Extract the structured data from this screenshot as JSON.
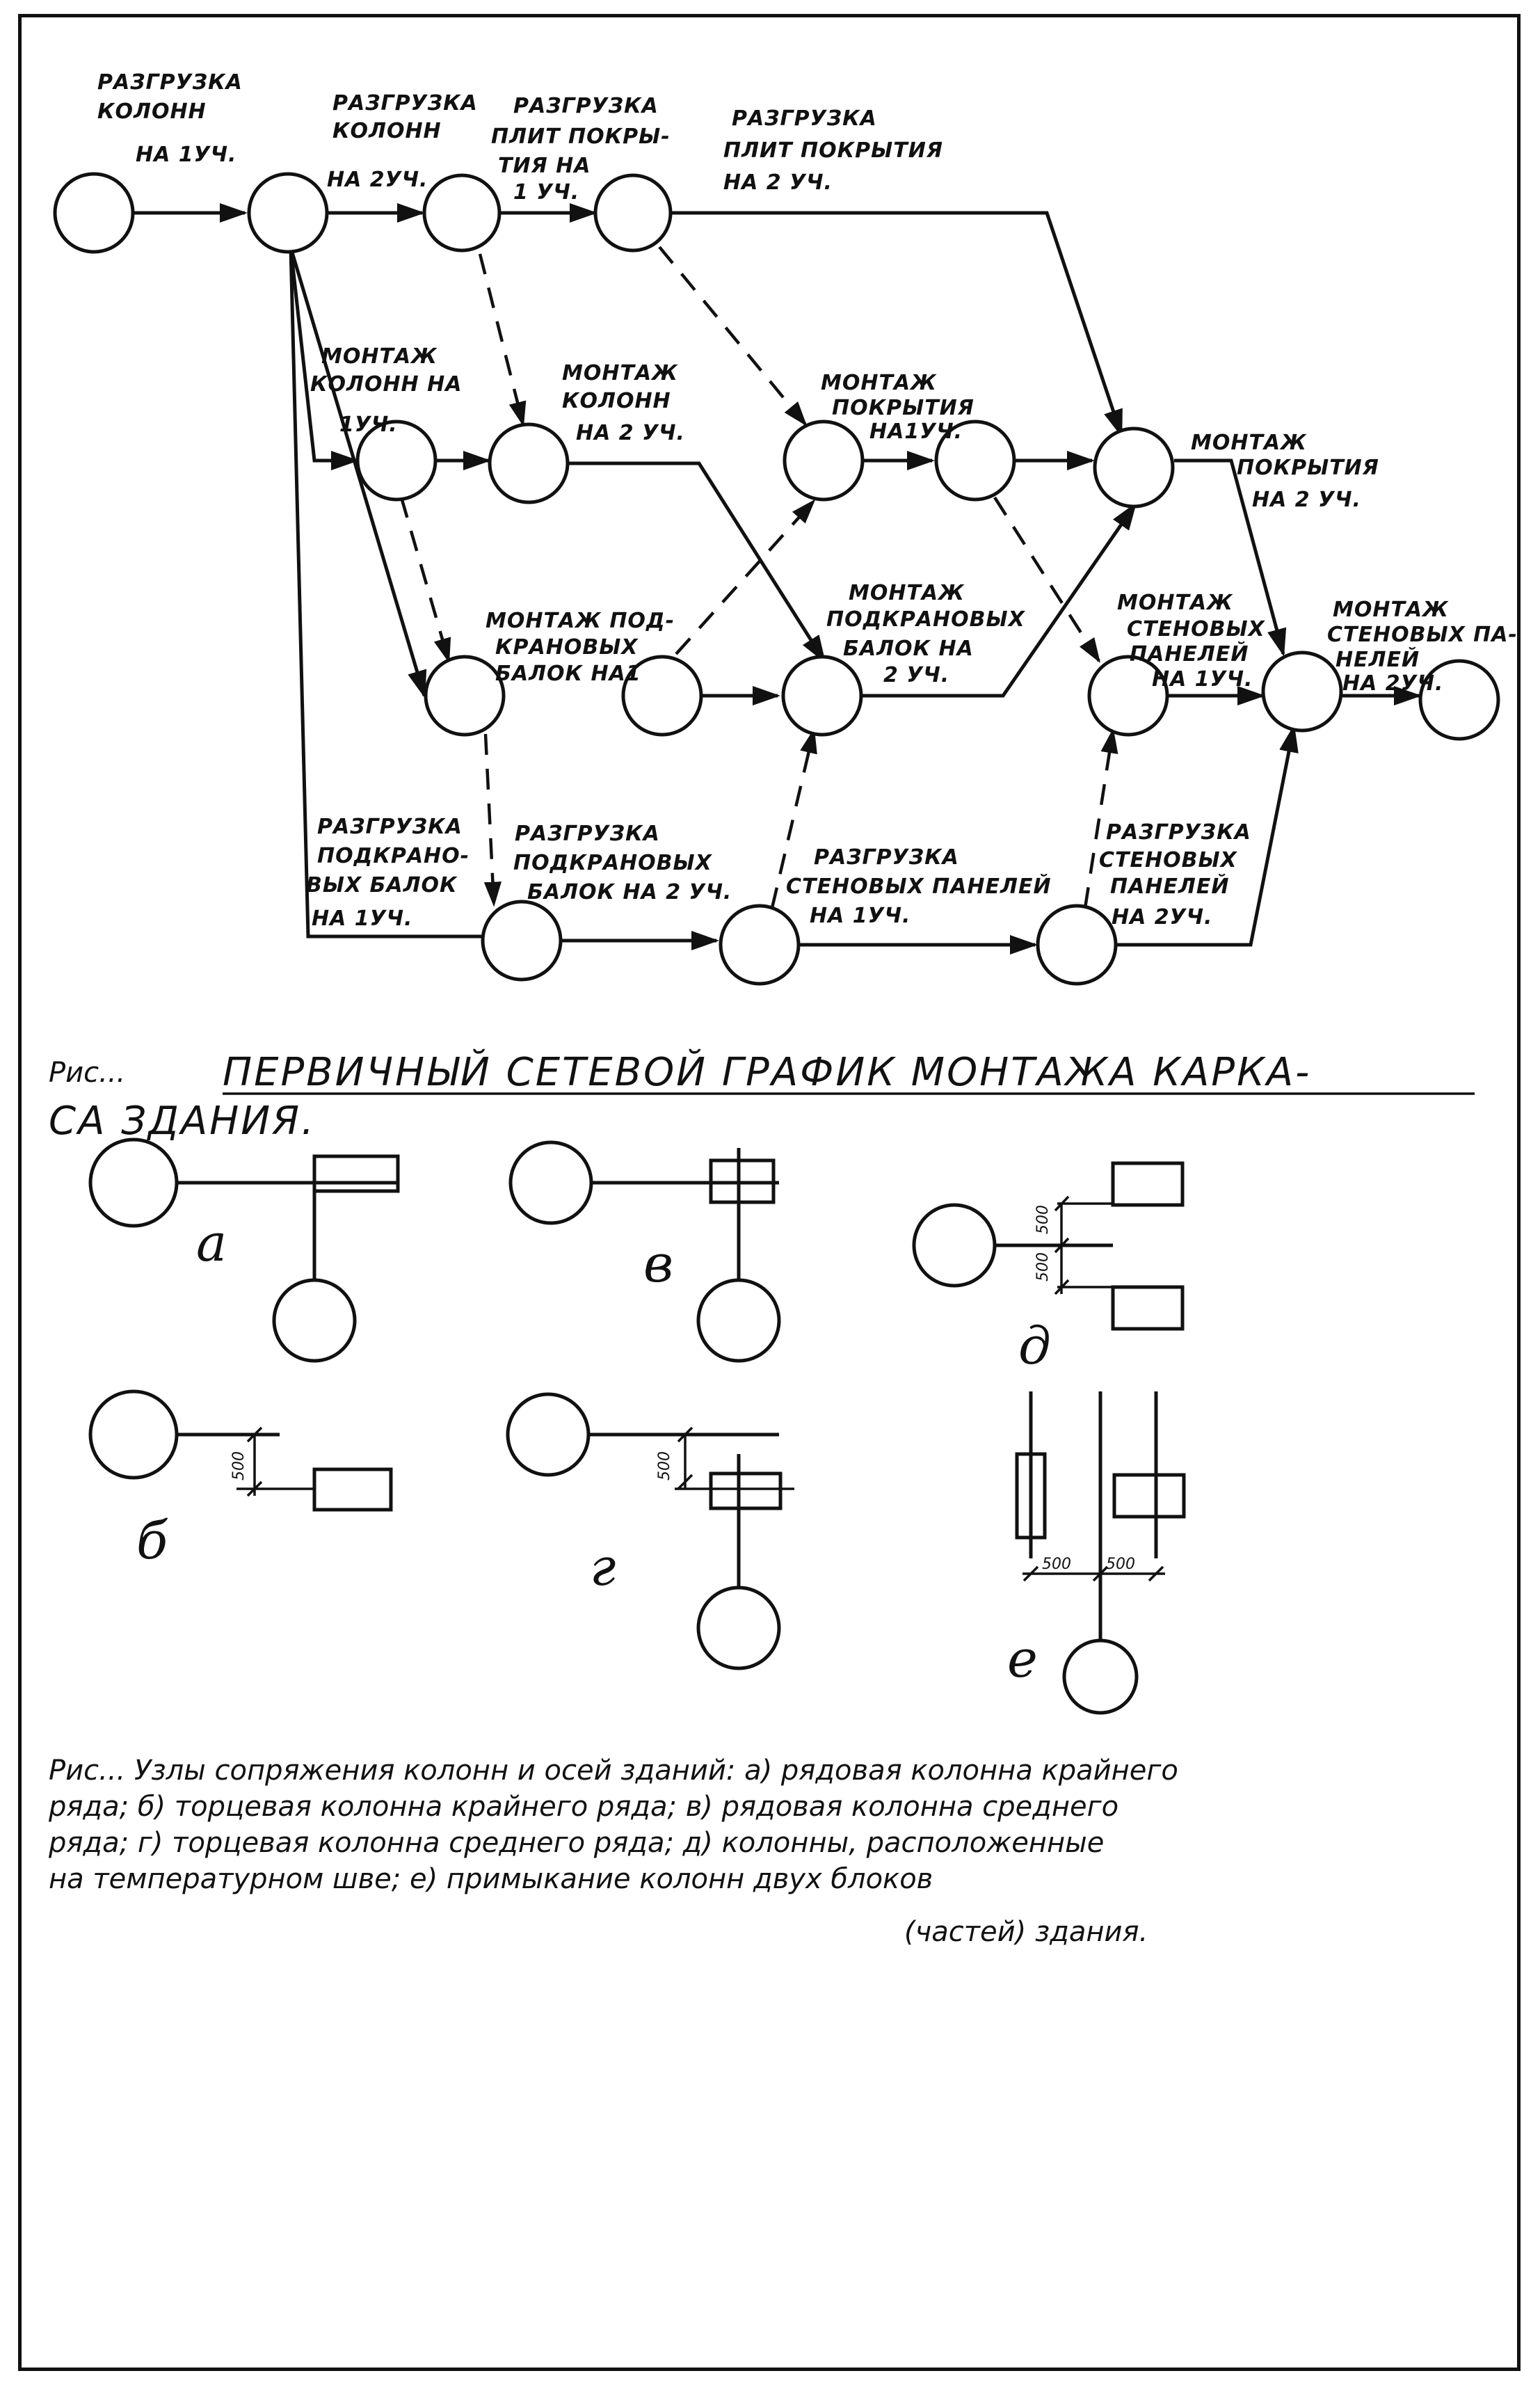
{
  "network": {
    "labels": {
      "unload_columns_1": [
        "РАЗГРУЗКА",
        "КОЛОНН",
        "НА 1УЧ."
      ],
      "unload_columns_2": [
        "РАЗГРУЗКА",
        "КОЛОНН",
        "НА 2УЧ."
      ],
      "unload_slabs_1": [
        "РАЗГРУЗКА",
        "ПЛИТ ПОКРЫ-",
        "ТИЯ НА",
        "1 УЧ."
      ],
      "unload_slabs_2": [
        "РАЗГРУЗКА",
        "ПЛИТ ПОКРЫТИЯ",
        "НА 2 УЧ."
      ],
      "mount_columns_1": [
        "МОНТАЖ",
        "КОЛОНН НА",
        "1УЧ."
      ],
      "mount_columns_2": [
        "МОНТАЖ",
        "КОЛОНН",
        "НА 2 УЧ."
      ],
      "mount_roof_1": [
        "МОНТАЖ",
        "ПОКРЫТИЯ",
        "НА1УЧ."
      ],
      "mount_roof_2": [
        "МОНТАЖ",
        "ПОКРЫТИЯ",
        "НА 2 УЧ."
      ],
      "mount_crane_beams_1": [
        "МОНТАЖ ПОД-",
        "КРАНОВЫХ",
        "БАЛОК НА1"
      ],
      "mount_crane_beams_2": [
        "МОНТАЖ",
        "ПОДКРАНОВЫХ",
        "БАЛОК НА",
        "2 УЧ."
      ],
      "mount_wall_panels_1": [
        "МОНТАЖ",
        "СТЕНОВЫХ",
        "ПАНЕЛЕЙ",
        "НА 1УЧ."
      ],
      "mount_wall_panels_2": [
        "МОНТАЖ",
        "СТЕНОВЫХ ПА-",
        "НЕЛЕЙ",
        "НА 2УЧ."
      ],
      "unload_crane_beams_1": [
        "РАЗГРУЗКА",
        "ПОДКРАНО-",
        "ВЫХ БАЛОК",
        "НА 1УЧ."
      ],
      "unload_crane_beams_2": [
        "РАЗГРУЗКА",
        "ПОДКРАНОВЫХ",
        "БАЛОК НА 2 УЧ."
      ],
      "unload_wall_panels_1": [
        "РАЗГРУЗКА",
        "СТЕНОВЫХ ПАНЕЛЕЙ",
        "НА 1УЧ."
      ],
      "unload_wall_panels_2": [
        "РАЗГРУЗКА",
        "СТЕНОВЫХ",
        "ПАНЕЛЕЙ",
        "НА 2УЧ."
      ]
    },
    "caption": {
      "prefix": "Рис...",
      "title_line1": "ПЕРВИЧНЫЙ СЕТЕВОЙ ГРАФИК МОНТАЖА КАРКА-",
      "title_line2": "СА ЗДАНИЯ."
    }
  },
  "joints": {
    "letters": {
      "a": "а",
      "b": "б",
      "v": "в",
      "g": "г",
      "d": "д",
      "e": "е"
    },
    "dimension": "500",
    "caption_lines": [
      "Рис... Узлы сопряжения колонн и осей зданий: а) рядовая колонна крайнего",
      "ряда; б) торцевая колонна крайнего ряда; в) рядовая колонна среднего",
      "ряда; г) торцевая колонна среднего ряда; д) колонны, расположенные",
      "на температурном   шве; е) примыкание  колонн двух блоков",
      "(частей) здания."
    ]
  }
}
